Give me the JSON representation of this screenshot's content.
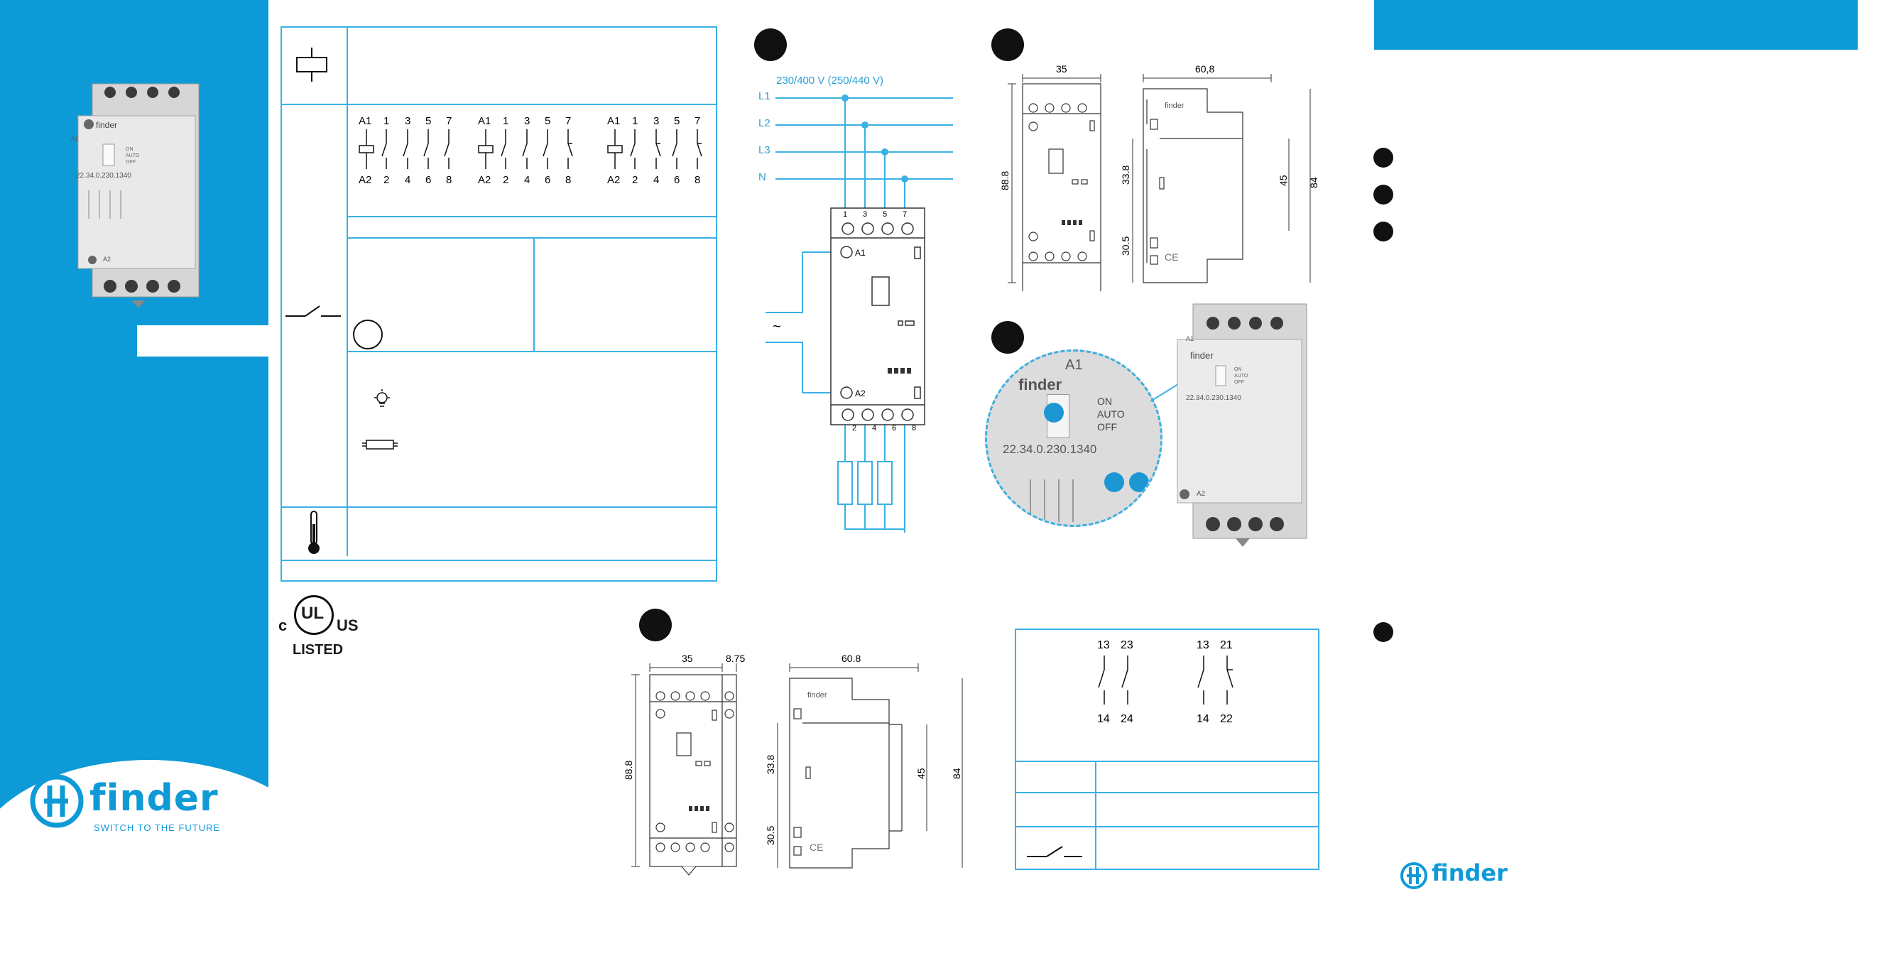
{
  "brand": {
    "logo_text": "finder",
    "tagline": "SWITCH TO THE FUTURE",
    "footer_logo_text": "finder"
  },
  "certification": {
    "c": "c",
    "ul": "UL",
    "us": "US",
    "listed": "LISTED"
  },
  "wiring_diagrams": {
    "diagram_1": {
      "top": [
        "A1",
        "1",
        "3",
        "5",
        "7"
      ],
      "bottom": [
        "A2",
        "2",
        "4",
        "6",
        "8"
      ]
    },
    "diagram_2": {
      "top": [
        "A1",
        "1",
        "3",
        "5",
        "7"
      ],
      "bottom": [
        "A2",
        "2",
        "4",
        "6",
        "8"
      ]
    },
    "diagram_3": {
      "top": [
        "A1",
        "1",
        "3",
        "5",
        "7"
      ],
      "bottom": [
        "A2",
        "2",
        "4",
        "6",
        "8"
      ]
    }
  },
  "connection_diagram": {
    "voltage": "230/400 V (250/440 V)",
    "lines": [
      "L1",
      "L2",
      "L3",
      "N"
    ],
    "top_terminals": [
      "1",
      "3",
      "5",
      "7"
    ],
    "bottom_terminals": [
      "2",
      "4",
      "6",
      "8"
    ],
    "coil_top": "A1",
    "coil_bottom": "A2",
    "ac_symbol": "~"
  },
  "dimensions_4p": {
    "width": "35",
    "depth": "60,8",
    "height": "88.8",
    "h1": "33.8",
    "h2": "30.5",
    "h3": "45",
    "h4": "84"
  },
  "dimensions_aux": {
    "width": "35",
    "extra": "8.75",
    "depth": "60.8",
    "height": "88.8",
    "h1": "33.8",
    "h2": "30.5",
    "h3": "45",
    "h4": "84"
  },
  "zoom_detail": {
    "brand": "finder",
    "mode_labels": [
      "ON",
      "AUTO",
      "OFF"
    ],
    "part_number": "22.34.0.230.1340",
    "terminal_label": "A1",
    "small_brand": "finder",
    "small_part": "22.34.0.230.1340",
    "small_modes": [
      "ON",
      "AUTO",
      "OFF"
    ],
    "small_a1": "A1",
    "small_a2": "A2"
  },
  "product_photo": {
    "brand": "finder",
    "part_number": "22.34.0.230.1340",
    "modes": [
      "ON",
      "AUTO",
      "OFF"
    ],
    "a1": "A1",
    "a2": "A2"
  },
  "aux_contacts": {
    "left": {
      "top": [
        "13",
        "23"
      ],
      "bottom": [
        "14",
        "24"
      ]
    },
    "right": {
      "top": [
        "13",
        "21"
      ],
      "bottom": [
        "14",
        "22"
      ]
    }
  },
  "colors": {
    "brand_blue": "#0e9ad7",
    "line_blue": "#3ab0e3",
    "dot_blue": "#1d97d4"
  }
}
